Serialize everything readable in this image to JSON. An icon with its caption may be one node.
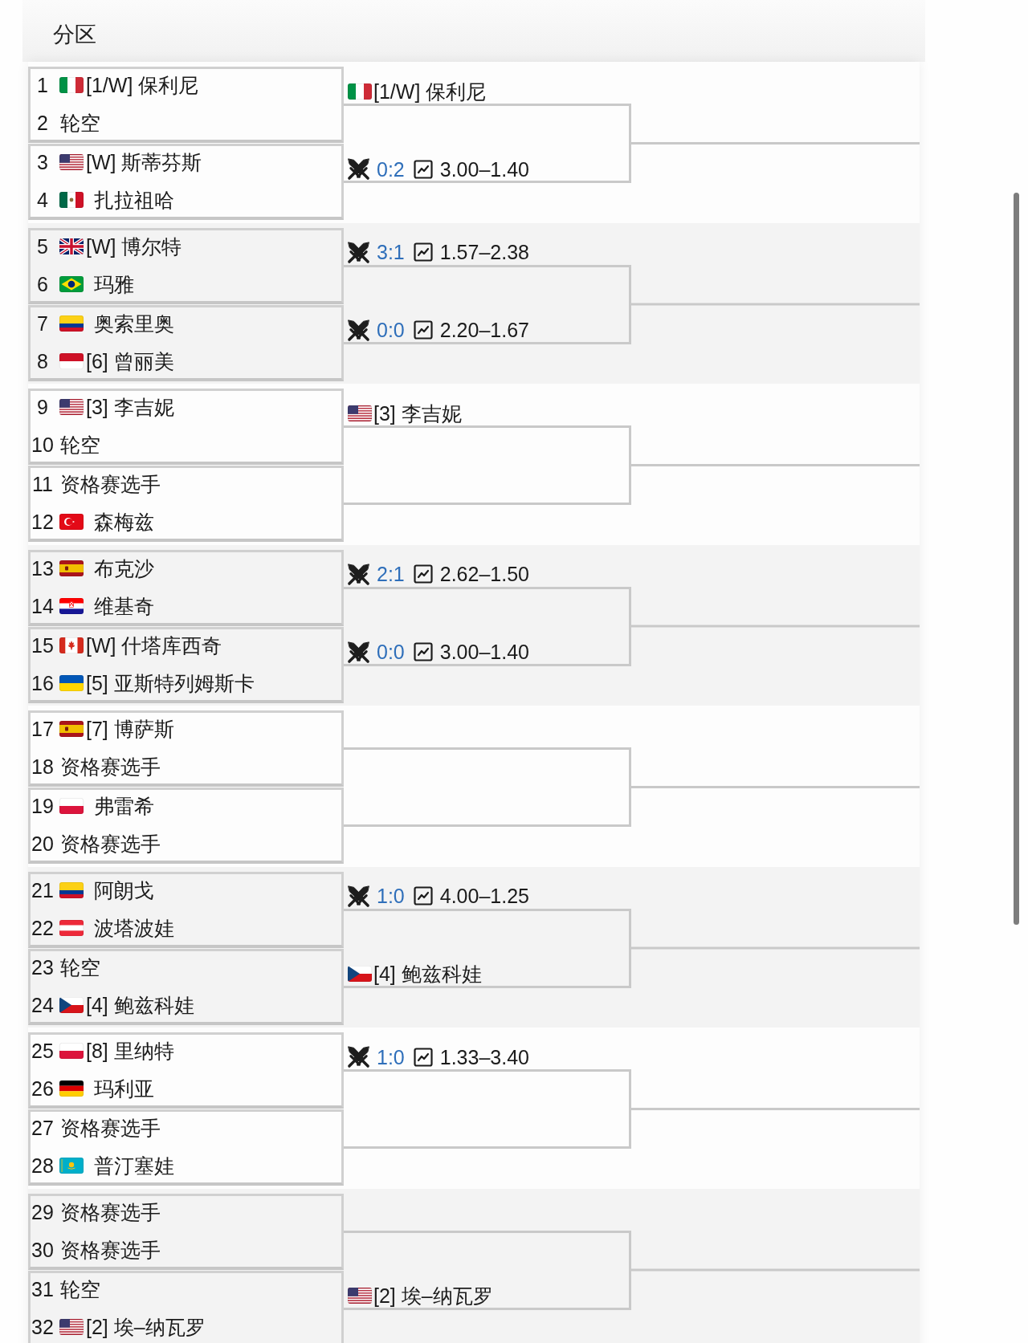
{
  "diagram": {
    "title": "分区",
    "nodes": [
      {
        "text": [
          "1",
          "[1/W] 保利尼",
          "2",
          "轮空"
        ]
      },
      {
        "text": [
          "3",
          "[W] 斯蒂芬斯",
          "4",
          "扎拉祖哈"
        ]
      },
      {
        "text": [
          "5",
          "[W] 博尔特",
          "6",
          "玛雅"
        ]
      },
      {
        "text": [
          "7",
          "奥索里奥",
          "8",
          "[6] 曾丽美"
        ]
      },
      {
        "text": [
          "9",
          "[3] 李吉妮",
          "10",
          "轮空"
        ]
      },
      {
        "text": [
          "11",
          "资格赛选手",
          "12",
          "森梅兹"
        ]
      },
      {
        "text": [
          "13",
          "布克沙",
          "14",
          "维基奇"
        ]
      },
      {
        "text": [
          "15",
          "[W] 什塔库西奇",
          "16",
          "[5] 亚斯特列姆斯卡"
        ]
      },
      {
        "text": [
          "17",
          "[7] 博萨斯",
          "18",
          "资格赛选手"
        ]
      },
      {
        "text": [
          "19",
          "弗雷希",
          "20",
          "资格赛选手"
        ]
      },
      {
        "text": [
          "21",
          "阿朗戈",
          "22",
          "波塔波娃"
        ]
      },
      {
        "text": [
          "23",
          "轮空",
          "24",
          "[4] 鲍兹科娃"
        ]
      },
      {
        "text": [
          "25",
          "[8] 里纳特",
          "26",
          "玛利亚"
        ]
      },
      {
        "text": [
          "27",
          "资格赛选手",
          "28",
          "普汀塞娃"
        ]
      },
      {
        "text": [
          "29",
          "资格赛选手",
          "30",
          "资格赛选手"
        ]
      },
      {
        "text": [
          "31",
          "轮空",
          "32",
          "[2] 埃–纳瓦罗"
        ]
      },
      {
        "text": [
          "[1/W] 保利尼",
          "0:2",
          "3.00–1.40"
        ]
      },
      {
        "text": [
          "3:1",
          "1.57–2.38",
          "0:0",
          "2.20–1.67"
        ]
      },
      {
        "text": [
          "[3] 李吉妮"
        ]
      },
      {
        "text": [
          "2:1",
          "2.62–1.50",
          "0:0",
          "3.00–1.40"
        ]
      },
      {
        "text": [],
        "shape": "box"
      },
      {
        "text": [
          "1:0",
          "4.00–1.25",
          "[4] 鲍兹科娃"
        ]
      },
      {
        "text": [
          "1:0",
          "1.33–3.40"
        ]
      },
      {
        "text": [
          "[2] 埃–纳瓦罗"
        ]
      }
    ],
    "edges": [
      {
        "from": 16,
        "to": null,
        "arrow": "none"
      },
      {
        "from": 17,
        "to": null,
        "arrow": "none"
      },
      {
        "from": 18,
        "to": null,
        "arrow": "none"
      },
      {
        "from": 19,
        "to": null,
        "arrow": "none"
      },
      {
        "from": 20,
        "to": null,
        "arrow": "none"
      },
      {
        "from": 21,
        "to": null,
        "arrow": "none"
      },
      {
        "from": 22,
        "to": null,
        "arrow": "none"
      },
      {
        "from": 23,
        "to": null,
        "arrow": "none"
      }
    ]
  }
}
